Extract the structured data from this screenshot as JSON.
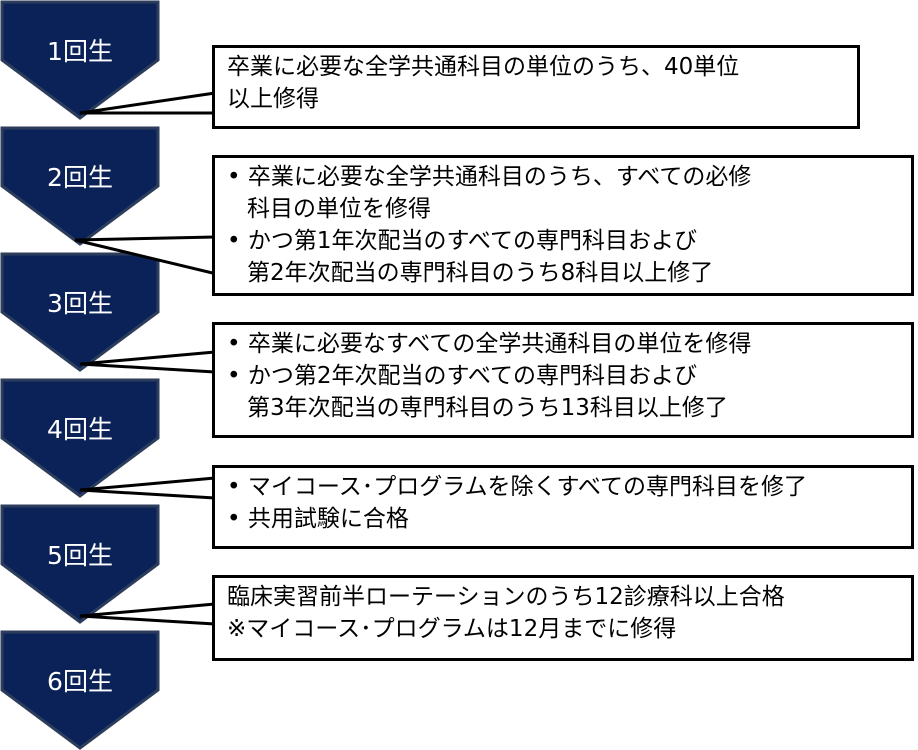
{
  "years": [
    {
      "label": "1回生"
    },
    {
      "label": "2回生"
    },
    {
      "label": "3回生"
    },
    {
      "label": "4回生"
    },
    {
      "label": "5回生"
    },
    {
      "label": "6回生"
    }
  ],
  "boxes": [
    {
      "lines": [
        "卒業に必要な全学共通科目の単位のうち、40単位",
        "以上修得"
      ]
    },
    {
      "lines": [
        "• 卒業に必要な全学共通科目のうち、すべての必修",
        "科目の単位を修得",
        "• かつ第1年次配当のすべての専門科目および",
        "第2年次配当の専門科目のうち8科目以上修了"
      ]
    },
    {
      "lines": [
        "• 卒業に必要なすべての全学共通科目の単位を修得",
        "• かつ第2年次配当のすべての専門科目および",
        "第3年次配当の専門科目のうち13科目以上修了"
      ]
    },
    {
      "lines": [
        "• マイコース･プログラムを除くすべての専門科目を修了",
        "• 共用試験に合格"
      ]
    },
    {
      "lines": [
        "臨床実習前半ローテーションのうち12診療科以上合格",
        "※マイコース･プログラムは12月までに修得"
      ]
    }
  ],
  "colors": {
    "chevron": "#0b2259",
    "chevron_border": "#2c3d5c"
  }
}
